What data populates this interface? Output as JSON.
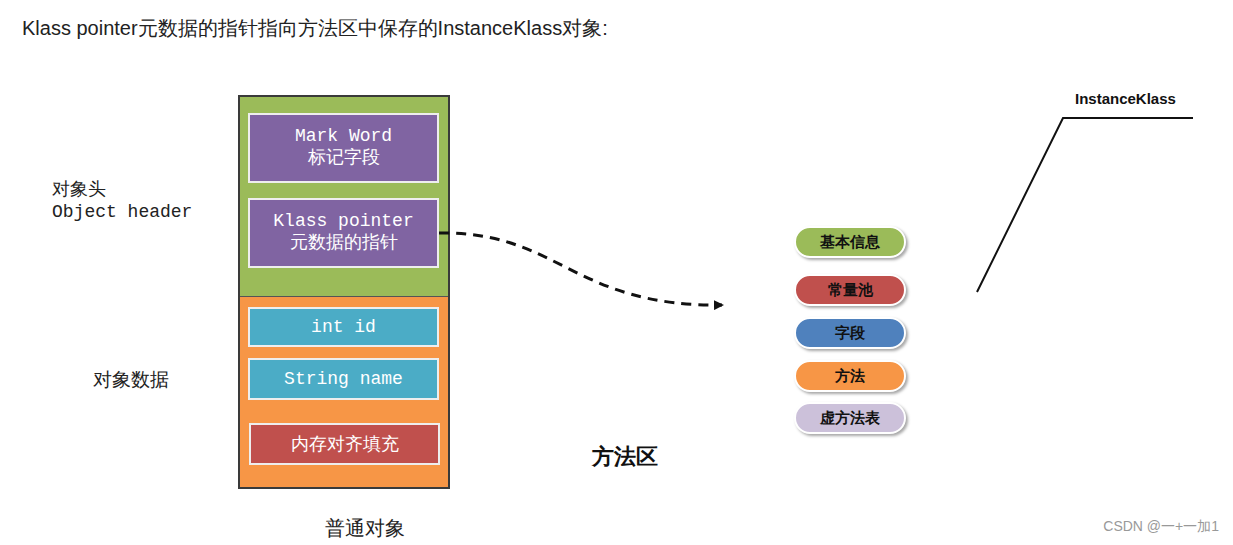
{
  "diagram": {
    "title": "Klass pointer元数据的指针指向方法区中保存的InstanceKlass对象:",
    "nodes": [
      {
        "text": [
          "普通对象"
        ]
      },
      {
        "text": [
          "对象头",
          "Object header"
        ],
        "in": 0
      },
      {
        "text": [
          "Mark Word 标记字段"
        ],
        "in": 1
      },
      {
        "text": [
          "Klass pointer 元数据的指针"
        ],
        "in": 1
      },
      {
        "text": [
          "对象数据"
        ],
        "in": 0
      },
      {
        "text": [
          "int id"
        ],
        "in": 4
      },
      {
        "text": [
          "String name"
        ],
        "in": 4
      },
      {
        "text": [
          "内存对齐填充"
        ],
        "in": 4
      },
      {
        "text": [
          "方法区"
        ]
      },
      {
        "text": [
          "InstanceKlass"
        ],
        "in": 8
      },
      {
        "text": [
          "基本信息"
        ],
        "in": 9
      },
      {
        "text": [
          "常量池"
        ],
        "in": 9
      },
      {
        "text": [
          "字段"
        ],
        "in": 9
      },
      {
        "text": [
          "方法"
        ],
        "in": 9
      },
      {
        "text": [
          "虚方法表"
        ],
        "in": 9
      }
    ],
    "edges": [
      {
        "from": 3,
        "to": 9,
        "arrow": "to"
      }
    ],
    "labels": [
      "CSDN @一+一加1"
    ]
  }
}
